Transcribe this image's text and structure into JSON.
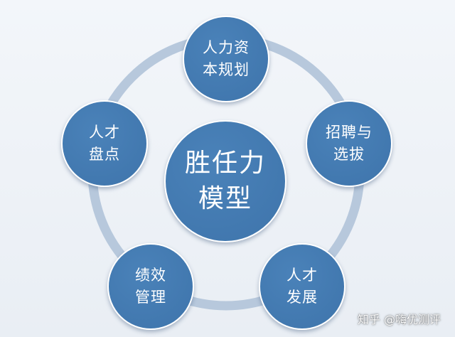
{
  "center": {
    "lines": [
      "胜任力",
      "模型"
    ]
  },
  "nodes": [
    {
      "id": "planning",
      "lines": [
        "人力资",
        "本规划"
      ]
    },
    {
      "id": "recruit",
      "lines": [
        "招聘与",
        "选拔"
      ]
    },
    {
      "id": "develop",
      "lines": [
        "人才",
        "发展"
      ]
    },
    {
      "id": "performance",
      "lines": [
        "绩效",
        "管理"
      ]
    },
    {
      "id": "inventory",
      "lines": [
        "人才",
        "盘点"
      ]
    }
  ],
  "watermark": "知乎 @嗨优测评",
  "colors": {
    "node_fill": "#4a82b9",
    "node_fill_dark": "#3e74ab",
    "ring": "#b7c8dc",
    "text": "#ffffff"
  }
}
